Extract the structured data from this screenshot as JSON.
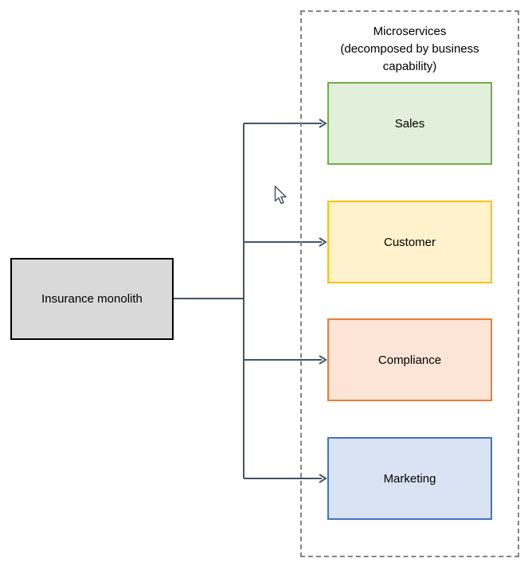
{
  "diagram": {
    "container": {
      "title_lines": [
        "Microservices",
        "(decomposed by business",
        "capability)"
      ],
      "title": "Microservices (decomposed by business capability)",
      "border_color": "#848484"
    },
    "monolith": {
      "label": "Insurance monolith",
      "fill": "#D9D9D9",
      "border": "#000000"
    },
    "services": [
      {
        "label": "Sales",
        "fill": "#E2EFDA",
        "border": "#70AD47"
      },
      {
        "label": "Customer",
        "fill": "#FFF2CC",
        "border": "#FFC000"
      },
      {
        "label": "Compliance",
        "fill": "#FCE4D6",
        "border": "#ED7D31"
      },
      {
        "label": "Marketing",
        "fill": "#DAE3F3",
        "border": "#4472C4"
      }
    ],
    "edges": [
      {
        "from": "Insurance monolith",
        "to": "Sales"
      },
      {
        "from": "Insurance monolith",
        "to": "Customer"
      },
      {
        "from": "Insurance monolith",
        "to": "Compliance"
      },
      {
        "from": "Insurance monolith",
        "to": "Marketing"
      }
    ],
    "connector_color": "#44546A",
    "text_color": "#000000",
    "cursor": {
      "type": "arrow-pointer"
    }
  }
}
